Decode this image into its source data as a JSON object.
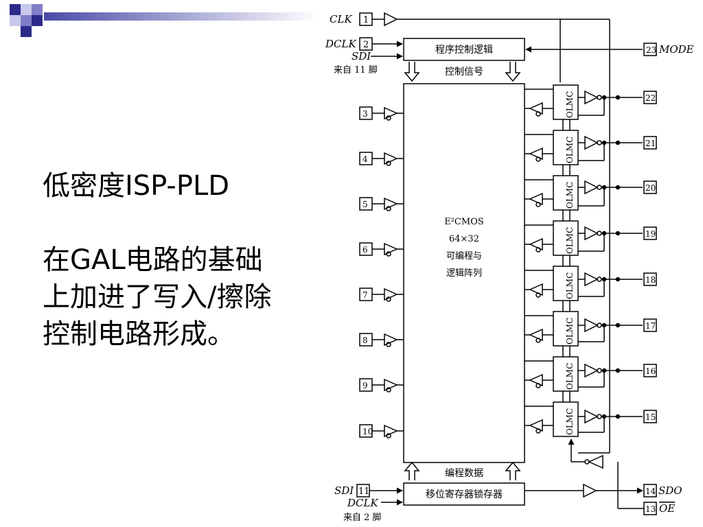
{
  "slide": {
    "title": "低密度ISP-PLD",
    "body_lines": [
      "在GAL电路的基础",
      "上加进了写入/擦除",
      "控制电路形成。"
    ]
  },
  "diagram": {
    "top_pins": {
      "clk": {
        "label": "CLK",
        "num": "1"
      },
      "dclk": {
        "label": "DCLK",
        "num": "2"
      },
      "sdi": {
        "label": "SDI"
      },
      "from_pin": "来自 11 脚"
    },
    "mode": {
      "num": "23",
      "label": "MODE"
    },
    "program_control": "程序控制逻辑",
    "control_signal": "控制信号",
    "array": {
      "line1": "E²CMOS",
      "line2": "64×32",
      "line3": "可编程与",
      "line4": "逻辑阵列"
    },
    "input_pins": [
      "3",
      "4",
      "5",
      "6",
      "7",
      "8",
      "9",
      "10"
    ],
    "olmc_label": "OLMC",
    "output_pins": [
      "22",
      "21",
      "20",
      "19",
      "18",
      "17",
      "16",
      "15"
    ],
    "program_data": "编程数据",
    "shift_register": "移位寄存器锁存器",
    "bottom_pins": {
      "sdi": {
        "label": "SDI",
        "num": "11"
      },
      "dclk": {
        "label": "DCLK"
      },
      "from_pin": "来自 2 脚",
      "sdo": {
        "num": "14",
        "label": "SDO"
      },
      "oe": {
        "num": "13",
        "label": "OE"
      }
    }
  },
  "colors": {
    "logo_dark": "#2b2b8a",
    "logo_mid": "#7f7fc8",
    "logo_light": "#c8c8ec"
  }
}
